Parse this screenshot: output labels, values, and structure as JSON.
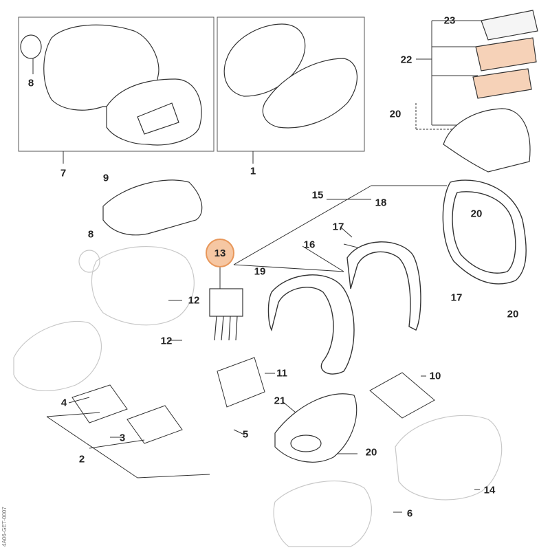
{
  "callouts": {
    "c23": "23",
    "c22": "22",
    "c20a": "20",
    "c8a": "8",
    "c7": "7",
    "c1": "1",
    "c9": "9",
    "c15": "15",
    "c18": "18",
    "c20b": "20",
    "c17a": "17",
    "c8b": "8",
    "c16": "16",
    "c13": "13",
    "c19": "19",
    "c17b": "17",
    "c20c": "20",
    "c12a": "12",
    "c12b": "12",
    "c11": "11",
    "c10": "10",
    "c4": "4",
    "c21": "21",
    "c3": "3",
    "c5": "5",
    "c20d": "20",
    "c2": "2",
    "c14": "14",
    "c6": "6"
  },
  "doc_id": "4A06-GET-0007",
  "colors": {
    "highlight_fill": "#f6c7a3",
    "highlight_stroke": "#e8975a",
    "line": "#333333",
    "ghost": "#c8c8c8"
  }
}
